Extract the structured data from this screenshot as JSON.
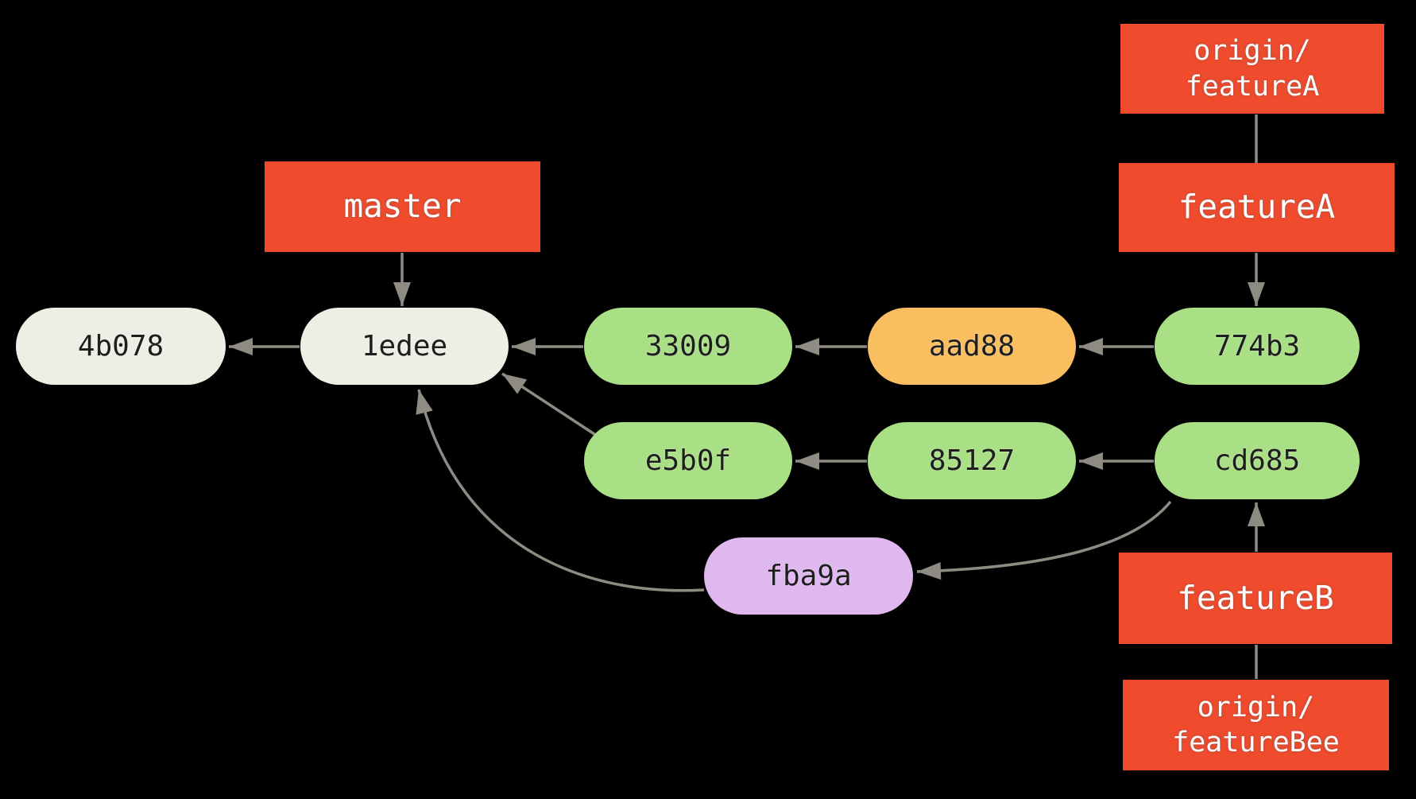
{
  "diagram": {
    "description": "git commit history graph with branch labels",
    "colors": {
      "background": "#000000",
      "branch_bg": "#F04B2D",
      "branch_text": "#FFFFFF",
      "commit_green": "#A9DF85",
      "commit_orange": "#F9BE5F",
      "commit_cream": "#EFEEE5",
      "commit_purple": "#E0B8F0",
      "commit_text": "#1E1E1E",
      "edge": "#8E8B83"
    },
    "branch_labels": [
      {
        "id": "master",
        "lines": [
          "master"
        ]
      },
      {
        "id": "origin-featureA",
        "lines": [
          "origin/",
          "featureA"
        ]
      },
      {
        "id": "featureA",
        "lines": [
          "featureA"
        ]
      },
      {
        "id": "featureB",
        "lines": [
          "featureB"
        ]
      },
      {
        "id": "origin-featureBee",
        "lines": [
          "origin/",
          "featureBee"
        ]
      }
    ],
    "commits": [
      {
        "id": "4b078",
        "label": "4b078",
        "color_role": "cream"
      },
      {
        "id": "1edee",
        "label": "1edee",
        "color_role": "cream"
      },
      {
        "id": "33009",
        "label": "33009",
        "color_role": "green"
      },
      {
        "id": "aad88",
        "label": "aad88",
        "color_role": "orange"
      },
      {
        "id": "774b3",
        "label": "774b3",
        "color_role": "green"
      },
      {
        "id": "e5b0f",
        "label": "e5b0f",
        "color_role": "green"
      },
      {
        "id": "85127",
        "label": "85127",
        "color_role": "green"
      },
      {
        "id": "cd685",
        "label": "cd685",
        "color_role": "green"
      },
      {
        "id": "fba9a",
        "label": "fba9a",
        "color_role": "purple"
      }
    ],
    "edges": [
      {
        "from": "master",
        "to": "1edee",
        "arrow": true
      },
      {
        "from": "origin/featureA",
        "to": "featureA",
        "arrow": false
      },
      {
        "from": "featureA",
        "to": "774b3",
        "arrow": true
      },
      {
        "from": "featureB",
        "to": "cd685",
        "arrow": true
      },
      {
        "from": "origin/featureBee",
        "to": "featureB",
        "arrow": false
      },
      {
        "from": "1edee",
        "to": "4b078",
        "arrow": true
      },
      {
        "from": "33009",
        "to": "1edee",
        "arrow": true
      },
      {
        "from": "aad88",
        "to": "33009",
        "arrow": true
      },
      {
        "from": "774b3",
        "to": "aad88",
        "arrow": true
      },
      {
        "from": "85127",
        "to": "e5b0f",
        "arrow": true
      },
      {
        "from": "cd685",
        "to": "85127",
        "arrow": true
      },
      {
        "from": "e5b0f",
        "to": "1edee",
        "arrow": true
      },
      {
        "from": "fba9a",
        "to": "1edee",
        "arrow": true
      },
      {
        "from": "cd685",
        "to": "fba9a",
        "arrow": true
      }
    ]
  }
}
